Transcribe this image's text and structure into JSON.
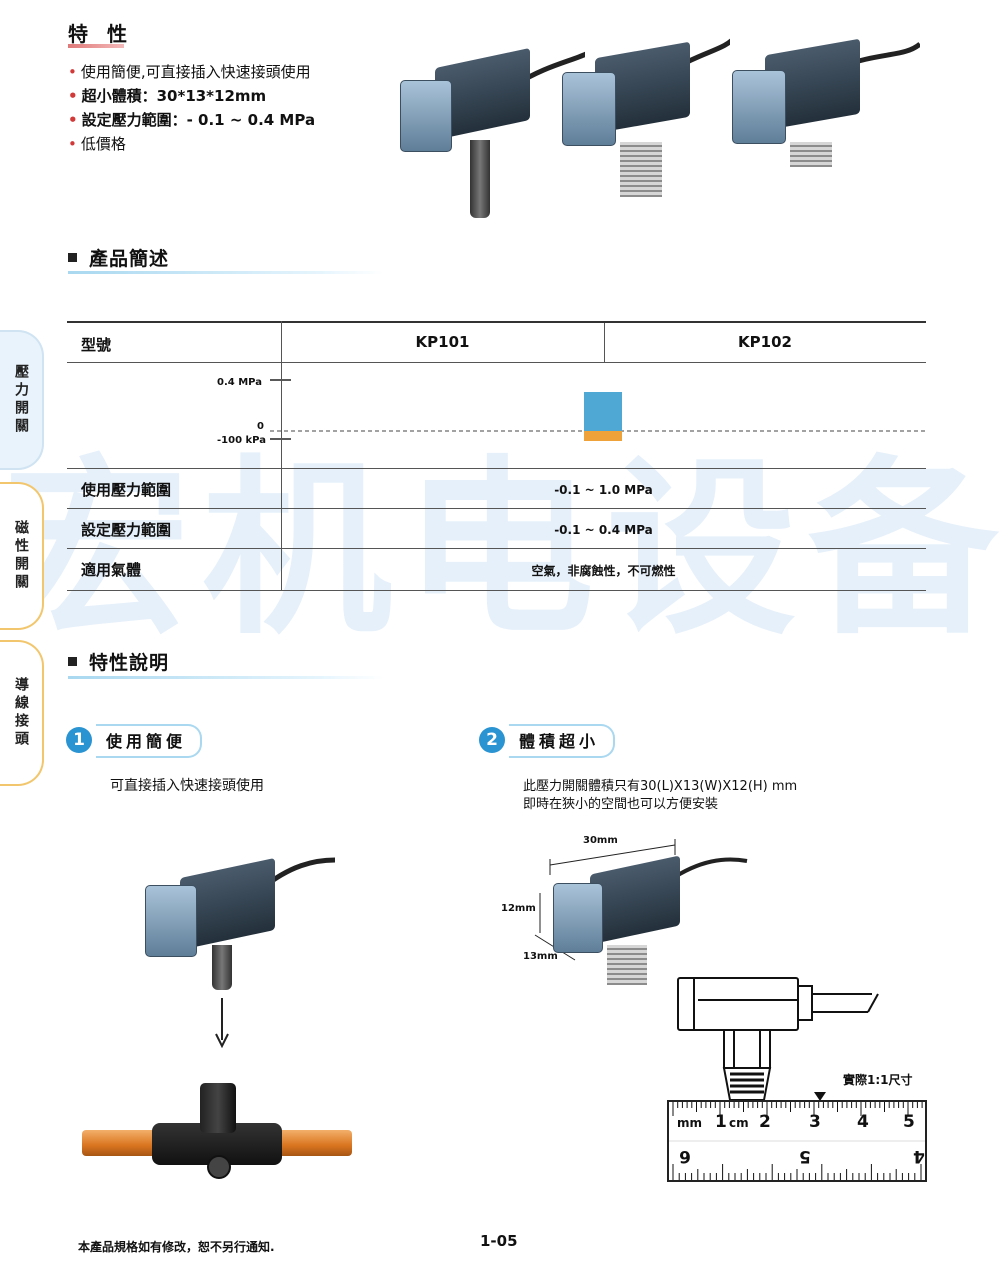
{
  "side_tabs": [
    "壓力開關",
    "磁性開關",
    "導線接頭"
  ],
  "features": {
    "title": "特 性",
    "items": [
      "使用簡便,可直接插入快速接頭使用",
      "超小體積：30*13*12mm",
      "設定壓力範圍：- 0.1 ~ 0.4 MPa",
      "低價格"
    ]
  },
  "overview": {
    "title": "產品簡述",
    "table": {
      "header_label": "型號",
      "models": [
        "KP101",
        "KP102"
      ],
      "pressure_axis": [
        "0.4 MPa",
        "0",
        "-100 kPa"
      ],
      "chart_range": {
        "min_kpa": -100,
        "max_kpa": 400,
        "colors": {
          "positive": "#4fa8d3",
          "negative": "#f0a23a"
        }
      },
      "rows": [
        {
          "label": "使用壓力範圍",
          "value": "-0.1 ~ 1.0 MPa"
        },
        {
          "label": "設定壓力範圍",
          "value": "-0.1 ~ 0.4 MPa"
        },
        {
          "label": "適用氣體",
          "value": "空氣，非腐蝕性，不可燃性"
        }
      ]
    }
  },
  "details": {
    "title": "特性說明",
    "point1": {
      "num": "1",
      "title": "使用簡便",
      "text": "可直接插入快速接頭使用"
    },
    "point2": {
      "num": "2",
      "title": "體積超小",
      "text1": "此壓力開關體積只有30(L)X13(W)X12(H) mm",
      "text2": "即時在狹小的空間也可以方便安裝",
      "dims": [
        "30mm",
        "12mm",
        "13mm"
      ],
      "scale_label": "實際1:1尺寸",
      "ruler_top": [
        "mm",
        "1",
        "cm",
        "2",
        "3",
        "4",
        "5"
      ],
      "ruler_bottom": [
        "6",
        "5",
        "4"
      ]
    }
  },
  "watermark": "宏机电设备有",
  "footer": {
    "note": "本產品規格如有修改，恕不另行通知.",
    "page": "1-05"
  }
}
